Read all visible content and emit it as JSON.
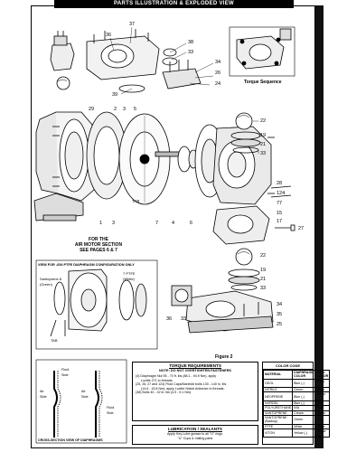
{
  "banner": "PARTS ILLUSTRATION & EXPLODED VIEW",
  "torque_sequence_label": "Torque Sequence",
  "callouts": {
    "c36": "36",
    "c37": "37",
    "c38": "38",
    "c33a": "33",
    "c34": "34",
    "c26": "26",
    "c24": "24",
    "c39": "39",
    "c29": "29",
    "c2a": "2",
    "c3a": "3",
    "c5a": "5",
    "c22a": "22",
    "c19a": "19",
    "c21a": "21",
    "c33b": "33",
    "c28": "28",
    "c124": "124",
    "c77": "77",
    "c15": "15",
    "c17": "17",
    "c27": "27",
    "c1": "1",
    "c3b": "3",
    "c7": "7",
    "c4": "4",
    "c6": "6",
    "tab": "TAB",
    "c22b": "22",
    "c19b": "19",
    "c21b": "21",
    "c33c": "33",
    "c36b": "36",
    "c33d": "33",
    "c34b": "34",
    "c35": "35",
    "c25": "25"
  },
  "air_motor_note": "FOR THE\nAIR MOTOR SECTION\nSEE PAGES 6 & 7",
  "ptfe_box": {
    "title": "VIEW FOR -054 PTFE DIAPHRAGM CONFIGURATION ONLY",
    "santoprene": "Santoprene 8\n(Green)",
    "ptfe": "7 PTFE\n(White)",
    "tab": "TAB"
  },
  "figure_label": "Figure 2",
  "cross_section": {
    "title": "CROSS-SECTION VIEW OF DIAPHRAGMS",
    "fluid_side_1": "Fluid\nSide",
    "air_side_1": "Air\nSide",
    "air_side_2": "Air\nSide",
    "fluid_side_2": "Fluid\nSide"
  },
  "torque_box": {
    "title": "TORQUE REQUIREMENTS",
    "subtitle": "NOTE: DO NOT OVERTIGHTEN FASTENERS",
    "lines": [
      "(4) Diaphragm Nut 95 - 70 ft. lbs (88.1 - 94.9 Nm), apply",
      "Loctite 271 to threads.",
      "(25, 26, 27 and 124) Fluid Caps/Manifold bolts 130 - 140 in. lbs",
      "(14.6 - 15.8 Nm), apply Loctite Nickel Antiseize to threads.",
      "(38) Bolts 40 - 42 in. lbs (4.5 - 5.1 Nm)."
    ]
  },
  "lube_box": {
    "title": "LUBRICATION / SEALANTS",
    "line1": "Apply Key-Lube grease to all \"O\" rings.",
    "line2": "\"U\" Cups & mating parts"
  },
  "color_code": {
    "title": "COLOR CODE",
    "headers": [
      "MATERIAL",
      "DIAPHRAGM COLOR",
      "BALL COLOR"
    ],
    "rows": [
      [
        "GEOL",
        "Blue (-)",
        "Black (-)"
      ],
      [
        "NITRILE",
        "Green",
        "Black"
      ],
      [
        "NEOPRENE",
        "Blue (-)",
        "Green (-)"
      ],
      [
        "NORDEL",
        "Blue (-)",
        "Blue"
      ],
      [
        "POLYURETHANE",
        "N/A",
        "Rust"
      ],
      [
        "SANTOPRENE",
        "Cream",
        "Green"
      ],
      [
        "SANTOPRENE (Backup)",
        "Green",
        "N/A"
      ],
      [
        "PTFE",
        "White",
        "White"
      ],
      [
        "VITON",
        "Yellow (-)",
        "Yellow (-)"
      ]
    ]
  }
}
